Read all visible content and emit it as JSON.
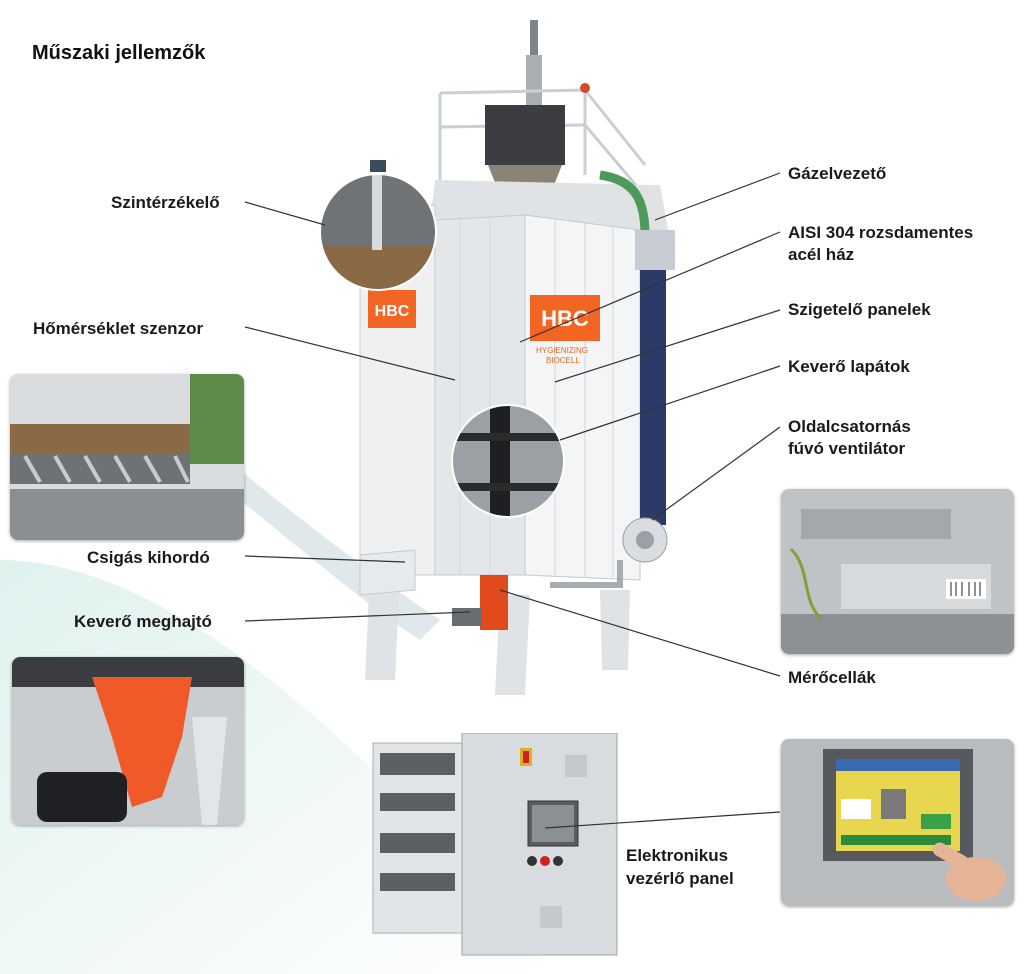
{
  "title": "Műszaki jellemzők",
  "labels": {
    "gas_pipe": "Gázelvezető",
    "level_sensor": "Szintérzékelő",
    "housing_line1": "AISI 304 rozsdamentes",
    "housing_line2": "acél ház",
    "insulation": "Szigetelő panelek",
    "temp_sensor": "Hőmérséklet szenzor",
    "mixer_blades": "Keverő lapátok",
    "blower_line1": "Oldalcsatornás",
    "blower_line2": "fúvó ventilátor",
    "screw_discharger": "Csigás kihordó",
    "mixer_drive": "Keverő meghajtó",
    "load_cells": "Mérőcellák",
    "panel_line1": "Elektronikus",
    "panel_line2": "vezérlő panel"
  },
  "logo": {
    "text": "HBC",
    "sub1": "HYGIENIZING",
    "sub2": "BIOCELL"
  },
  "colors": {
    "accent": "#f26522",
    "steel": "#e9ecee",
    "blue_pipe": "#2b3a66"
  }
}
